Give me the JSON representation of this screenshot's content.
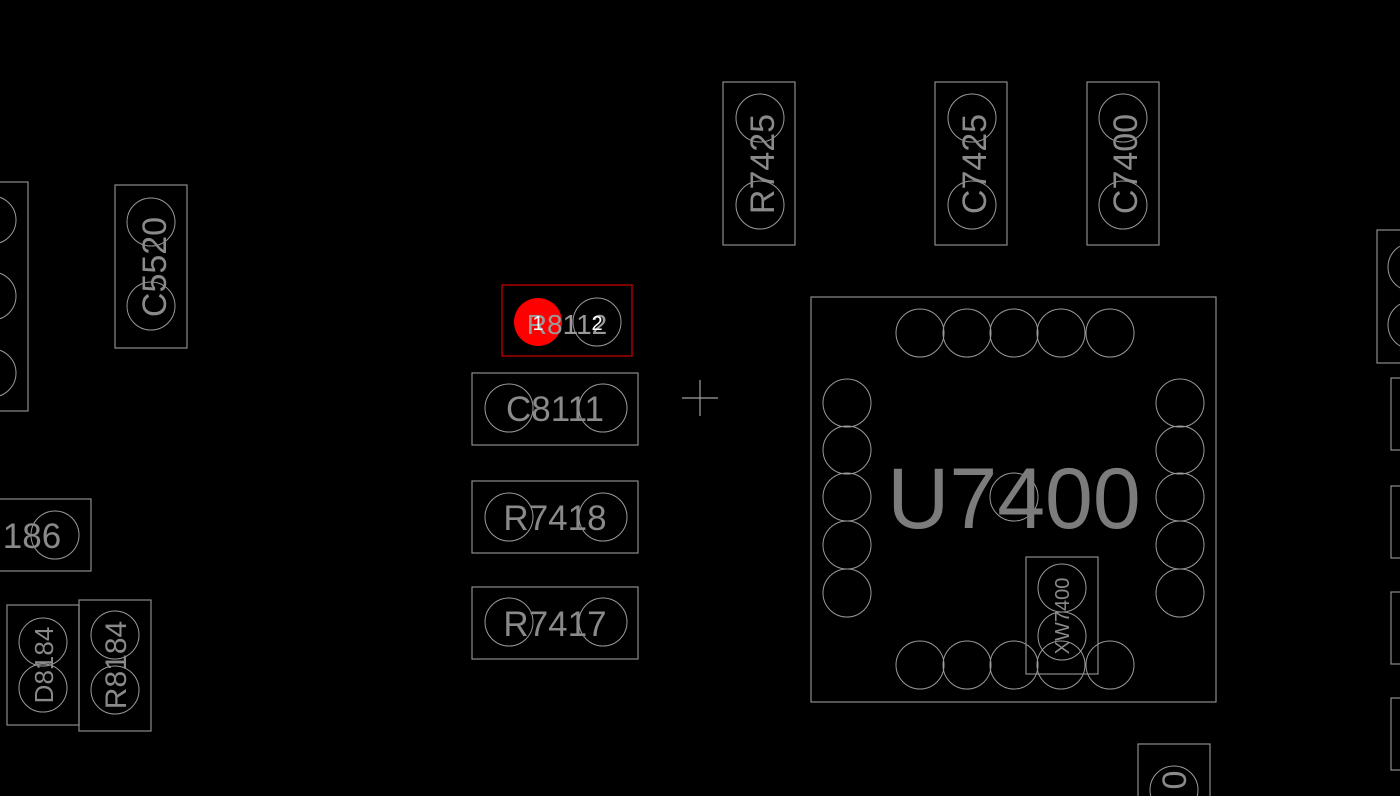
{
  "board": {
    "background": "#000000",
    "outline_color": "#8c8c8c",
    "highlight_color": "#ff0000"
  },
  "components": {
    "c5520": "C5520",
    "r7425": "R7425",
    "c7425": "C7425",
    "c7400": "C7400",
    "r8112": "R8112",
    "r8112_pin1": "1",
    "r8112_pin2": "2",
    "c8111": "C8111",
    "r7418": "R7418",
    "r7417": "R7417",
    "u7400": "U7400",
    "xw7400": "XW7400",
    "partial_186": "186",
    "d8184": "D8184",
    "r8184": "R8184",
    "partial_bottom": "0"
  },
  "cursor": {
    "icon": "crosshair-icon"
  }
}
